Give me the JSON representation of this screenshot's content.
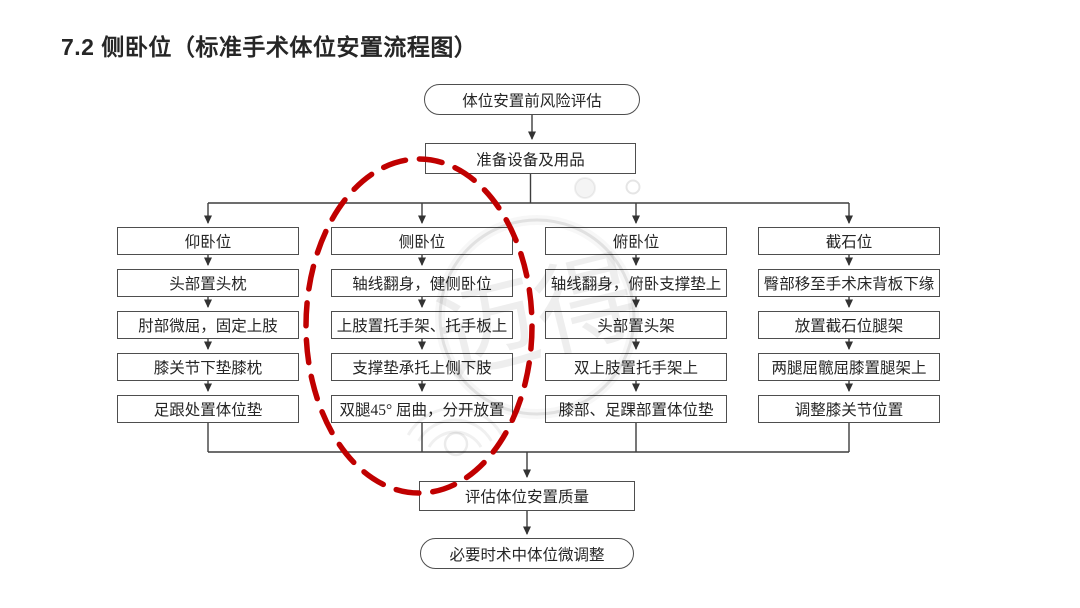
{
  "title": "7.2 侧卧位（标准手术体位安置流程图）",
  "colors": {
    "highlight_red": "#c00000",
    "connector": "#3d3d3d",
    "box_border": "#4e4e4e"
  },
  "flow": {
    "start": "体位安置前风险评估",
    "prepare": "准备设备及用品",
    "columns": [
      {
        "name": "仰卧位",
        "steps": [
          "头部置头枕",
          "肘部微屈，固定上肢",
          "膝关节下垫膝枕",
          "足跟处置体位垫"
        ]
      },
      {
        "name": "侧卧位",
        "highlighted": true,
        "steps": [
          "轴线翻身，健侧卧位",
          "上肢置托手架、托手板上",
          "支撑垫承托上侧下肢",
          "双腿45° 屈曲，分开放置"
        ]
      },
      {
        "name": "俯卧位",
        "steps": [
          "轴线翻身，俯卧支撑垫上",
          "头部置头架",
          "双上肢置托手架上",
          "膝部、足踝部置体位垫"
        ]
      },
      {
        "name": "截石位",
        "steps": [
          "臀部移至手术床背板下缘",
          "放置截石位腿架",
          "两腿屈髋屈膝置腿架上",
          "调整膝关节位置"
        ]
      }
    ],
    "evaluate": "评估体位安置质量",
    "end": "必要时术中体位微调整",
    "highlight": {
      "shape": "dashed-ellipse",
      "color": "#c00000",
      "target_column": "侧卧位"
    }
  },
  "watermark": {
    "text": "迈得"
  }
}
